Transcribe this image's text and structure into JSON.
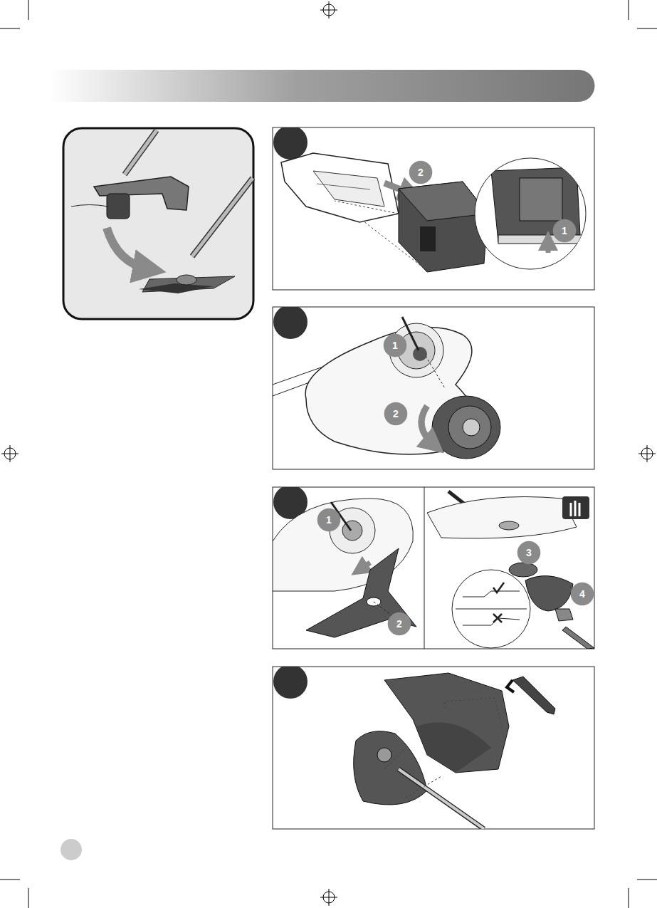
{
  "diagram": {
    "nodes": [
      {
        "text": [
          "2"
        ]
      },
      {
        "text": [
          "1"
        ]
      },
      {
        "text": [
          "1"
        ]
      },
      {
        "text": [
          "2"
        ]
      },
      {
        "text": [
          "1"
        ]
      },
      {
        "text": [
          "2"
        ]
      },
      {
        "text": [
          "3"
        ]
      },
      {
        "text": [
          "4"
        ]
      }
    ]
  }
}
